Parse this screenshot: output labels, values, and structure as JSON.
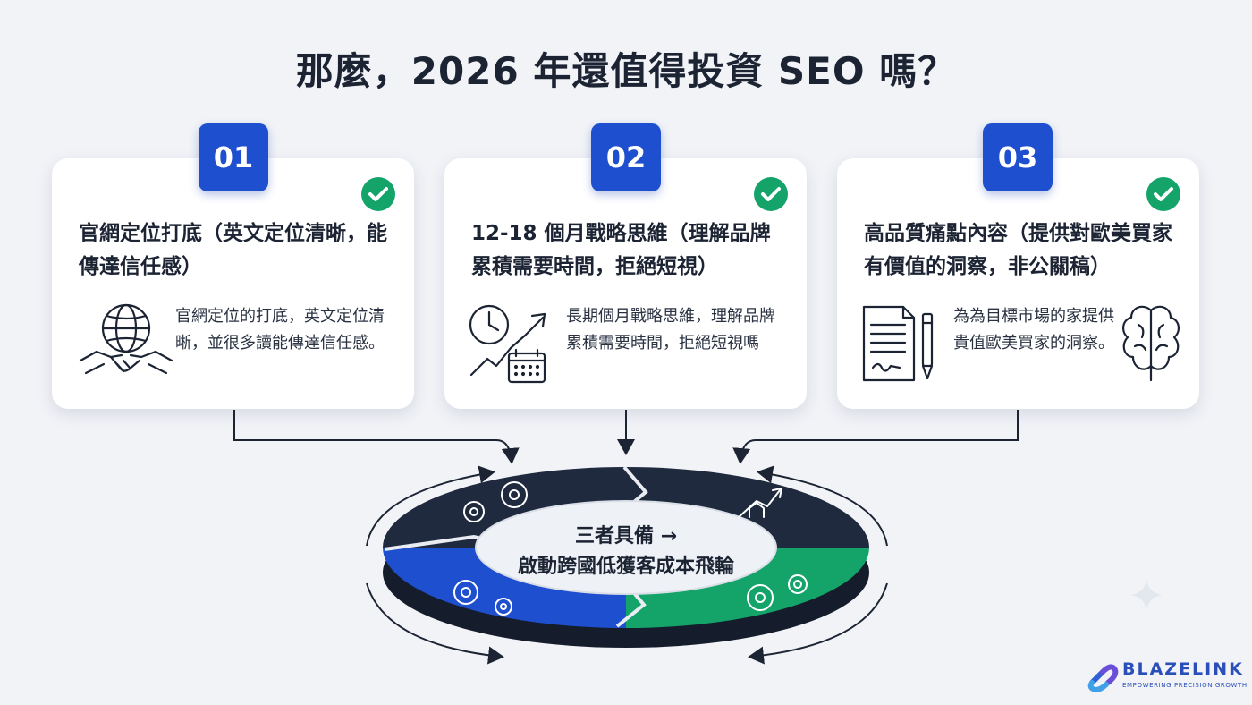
{
  "title": "那麼，2026 年還值得投資 SEO 嗎？",
  "cards": [
    {
      "number": "01",
      "heading": "官網定位打底（英文定位清晰，能傳達信任感）",
      "body": "官網定位的打底，英文定位清晰，並很多讀能傳達信任感。",
      "icon": "globe-handshake-icon"
    },
    {
      "number": "02",
      "heading": "12-18 個月戰略思維（理解品牌累積需要時間，拒絕短視）",
      "body": "長期個月戰略思維，理解品牌累積需要時間，拒絕短視嗎",
      "icon": "clock-growth-calendar-icon"
    },
    {
      "number": "03",
      "heading": "高品質痛點內容（提供對歐美買家有價值的洞察，非公關稿）",
      "body": "為為目標市場的家提供貴值歐美買家的洞察。",
      "icon": "document-brain-icon"
    }
  ],
  "flywheel": {
    "line1": "三者具備 →",
    "line2": "啟動跨國低獲客成本飛輪",
    "colors": {
      "dark": "#1f2a3e",
      "blue": "#1e4fcf",
      "green": "#14a46a"
    }
  },
  "brand": {
    "name": "BLAZELINK",
    "tagline": "EMPOWERING PRECISION GROWTH"
  },
  "colors": {
    "accent": "#1e4fcf",
    "check": "#14a46a",
    "background": "#f1f3f7"
  }
}
